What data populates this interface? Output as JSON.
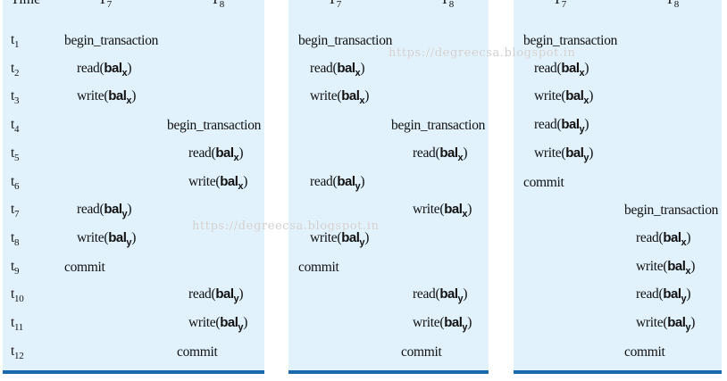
{
  "header": {
    "time": "Time",
    "t7": "T",
    "t7_sub": "7",
    "t8": "T",
    "t8_sub": "8"
  },
  "time_labels": [
    "1",
    "2",
    "3",
    "4",
    "5",
    "6",
    "7",
    "8",
    "9",
    "10",
    "11",
    "12"
  ],
  "time_prefix": "t",
  "panels": [
    {
      "rows": [
        {
          "t7": {
            "fn": "begin_transaction"
          }
        },
        {
          "t7": {
            "fn": "read",
            "arg": "bal",
            "sub": "x"
          }
        },
        {
          "t7": {
            "fn": "write",
            "arg": "bal",
            "sub": "x"
          }
        },
        {
          "t8": {
            "fn": "begin_transaction"
          }
        },
        {
          "t8": {
            "fn": "read",
            "arg": "bal",
            "sub": "x"
          }
        },
        {
          "t8": {
            "fn": "write",
            "arg": "bal",
            "sub": "x"
          }
        },
        {
          "t7": {
            "fn": "read",
            "arg": "bal",
            "sub": "y"
          }
        },
        {
          "t7": {
            "fn": "write",
            "arg": "bal",
            "sub": "y"
          }
        },
        {
          "t7": {
            "fn": "commit"
          }
        },
        {
          "t8": {
            "fn": "read",
            "arg": "bal",
            "sub": "y"
          }
        },
        {
          "t8": {
            "fn": "write",
            "arg": "bal",
            "sub": "y"
          }
        },
        {
          "t8": {
            "fn": "commit"
          }
        }
      ]
    },
    {
      "rows": [
        {
          "t7": {
            "fn": "begin_transaction"
          }
        },
        {
          "t7": {
            "fn": "read",
            "arg": "bal",
            "sub": "x"
          }
        },
        {
          "t7": {
            "fn": "write",
            "arg": "bal",
            "sub": "x"
          }
        },
        {
          "t8": {
            "fn": "begin_transaction"
          }
        },
        {
          "t8": {
            "fn": "read",
            "arg": "bal",
            "sub": "x"
          }
        },
        {
          "t7": {
            "fn": "read",
            "arg": "bal",
            "sub": "y"
          }
        },
        {
          "t8": {
            "fn": "write",
            "arg": "bal",
            "sub": "x"
          }
        },
        {
          "t7": {
            "fn": "write",
            "arg": "bal",
            "sub": "y"
          }
        },
        {
          "t7": {
            "fn": "commit"
          }
        },
        {
          "t8": {
            "fn": "read",
            "arg": "bal",
            "sub": "y"
          }
        },
        {
          "t8": {
            "fn": "write",
            "arg": "bal",
            "sub": "y"
          }
        },
        {
          "t8": {
            "fn": "commit"
          }
        }
      ]
    },
    {
      "rows": [
        {
          "t7": {
            "fn": "begin_transaction"
          }
        },
        {
          "t7": {
            "fn": "read",
            "arg": "bal",
            "sub": "x"
          }
        },
        {
          "t7": {
            "fn": "write",
            "arg": "bal",
            "sub": "x"
          }
        },
        {
          "t7": {
            "fn": "read",
            "arg": "bal",
            "sub": "y"
          }
        },
        {
          "t7": {
            "fn": "write",
            "arg": "bal",
            "sub": "y"
          }
        },
        {
          "t7": {
            "fn": "commit"
          }
        },
        {
          "t8": {
            "fn": "begin_transaction"
          }
        },
        {
          "t8": {
            "fn": "read",
            "arg": "bal",
            "sub": "x"
          }
        },
        {
          "t8": {
            "fn": "write",
            "arg": "bal",
            "sub": "x"
          }
        },
        {
          "t8": {
            "fn": "read",
            "arg": "bal",
            "sub": "y"
          }
        },
        {
          "t8": {
            "fn": "write",
            "arg": "bal",
            "sub": "y"
          }
        },
        {
          "t8": {
            "fn": "commit"
          }
        }
      ]
    }
  ],
  "watermarks": [
    "https://degreecsa.blogspot.in",
    "https://degreecsa.blogspot.in"
  ],
  "colors": {
    "panel_bg": "#e1f2fc",
    "bottom_bar": "#1a68ad"
  }
}
